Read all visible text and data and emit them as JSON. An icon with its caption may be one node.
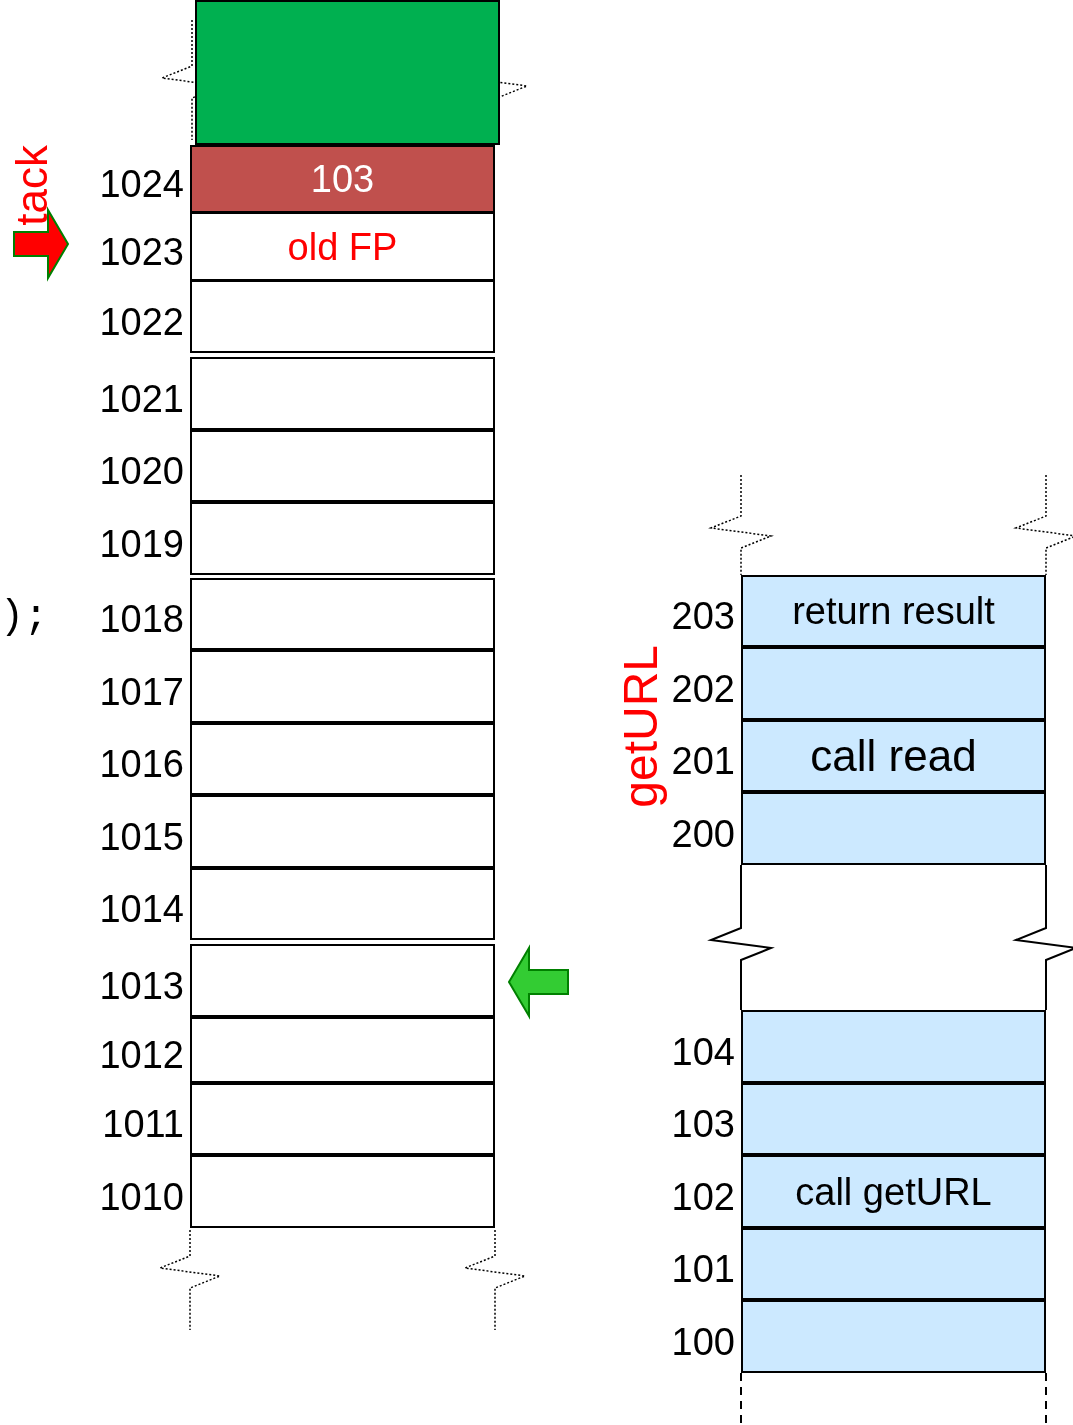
{
  "diagram": {
    "nodes": [
      {
        "text": [],
        "shape": "box"
      },
      {
        "text": [
          "103"
        ],
        "beside": [
          "1024"
        ]
      },
      {
        "text": [
          "old FP"
        ],
        "beside": [
          "1023"
        ]
      },
      {
        "text": [],
        "shape": "box",
        "beside": [
          "1022"
        ]
      },
      {
        "text": [],
        "shape": "box",
        "beside": [
          "1021"
        ]
      },
      {
        "text": [],
        "shape": "box",
        "beside": [
          "1020"
        ]
      },
      {
        "text": [],
        "shape": "box",
        "beside": [
          "1019"
        ]
      },
      {
        "text": [],
        "shape": "box",
        "beside": [
          "1018"
        ]
      },
      {
        "text": [],
        "shape": "box",
        "beside": [
          "1017"
        ]
      },
      {
        "text": [],
        "shape": "box",
        "beside": [
          "1016"
        ]
      },
      {
        "text": [],
        "shape": "box",
        "beside": [
          "1015"
        ]
      },
      {
        "text": [],
        "shape": "box",
        "beside": [
          "1014"
        ]
      },
      {
        "text": [],
        "shape": "box",
        "beside": [
          "1013"
        ]
      },
      {
        "text": [],
        "shape": "box",
        "beside": [
          "1012"
        ]
      },
      {
        "text": [],
        "shape": "box",
        "beside": [
          "1011"
        ]
      },
      {
        "text": [],
        "shape": "box",
        "beside": [
          "1010"
        ]
      },
      {
        "text": [
          "return result"
        ],
        "beside": [
          "203"
        ]
      },
      {
        "text": [],
        "shape": "box",
        "beside": [
          "202"
        ]
      },
      {
        "text": [
          "call read"
        ],
        "beside": [
          "201"
        ]
      },
      {
        "text": [],
        "shape": "box",
        "beside": [
          "200"
        ]
      },
      {
        "text": [],
        "shape": "box",
        "beside": [
          "104"
        ]
      },
      {
        "text": [],
        "shape": "box",
        "beside": [
          "103"
        ]
      },
      {
        "text": [
          "call getURL"
        ],
        "beside": [
          "102"
        ]
      },
      {
        "text": [],
        "shape": "box",
        "beside": [
          "101"
        ]
      },
      {
        "text": [],
        "shape": "box",
        "beside": [
          "100"
        ]
      }
    ],
    "edges": [
      {
        "from": null,
        "to": 2,
        "arrow": "to",
        "style": "thick",
        "color": "#ff0000"
      },
      {
        "from": null,
        "to": 12,
        "arrow": "to",
        "style": "thick",
        "color": "#33cc33"
      }
    ],
    "labels": [
      "tack",
      ");",
      "getURL"
    ]
  }
}
